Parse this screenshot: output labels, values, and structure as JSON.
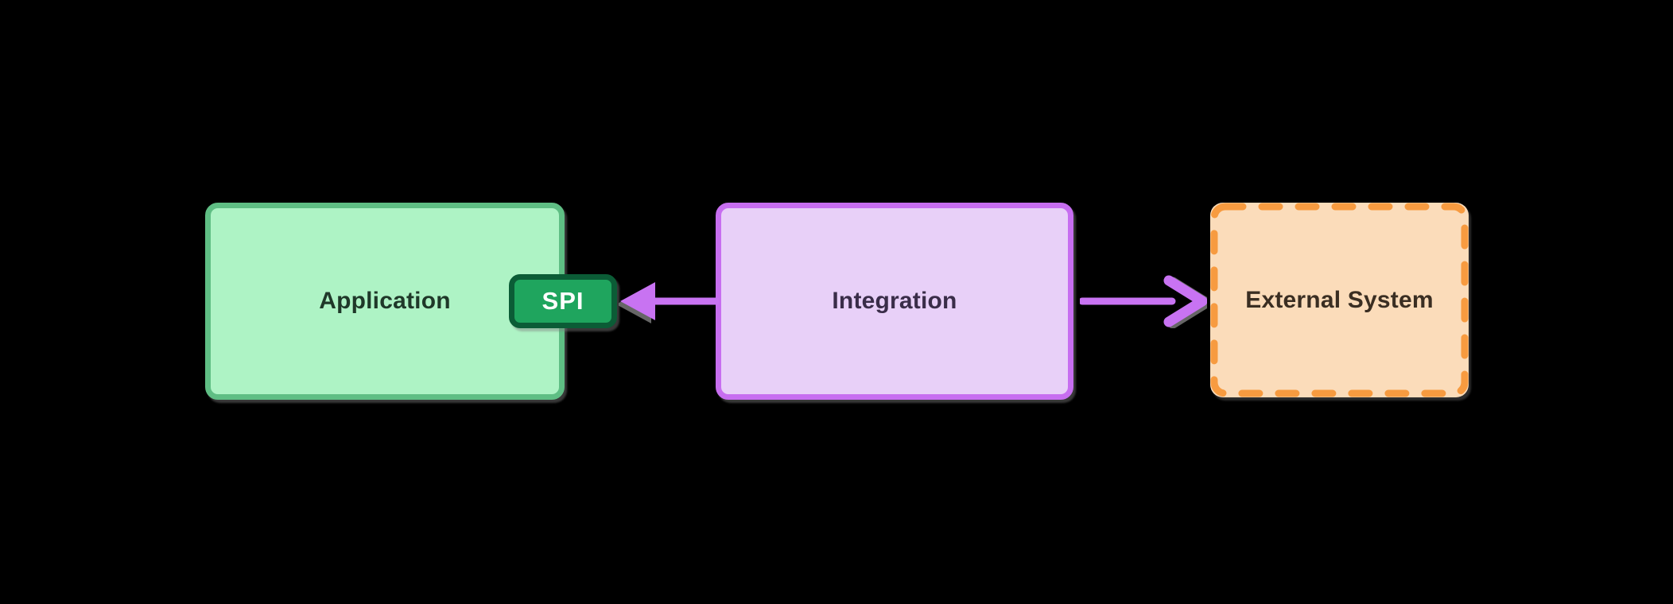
{
  "diagram": {
    "background_color": "#000000",
    "accent_arrow_color": "#c873f2",
    "shadow_color": "#808080",
    "nodes": [
      {
        "id": "application",
        "label": "Application",
        "fill": "#aef3c5",
        "border_color": "#5fbe84",
        "text_color": "#1f3829",
        "border_style": "solid"
      },
      {
        "id": "integration",
        "label": "Integration",
        "fill": "#e8d0f8",
        "border_color": "#c76ef0",
        "text_color": "#3a2d49",
        "border_style": "solid"
      },
      {
        "id": "external-system",
        "label": "External System",
        "fill": "#fbdcba",
        "border_color": "#f79b40",
        "text_color": "#3a2e22",
        "border_style": "dashed"
      }
    ],
    "badge": {
      "label": "SPI",
      "fill": "#1fa55e",
      "border_color": "#0b5c36",
      "text_color": "#ffffff",
      "attached_to": "application"
    },
    "edges": [
      {
        "from": "integration",
        "to": "application",
        "points_at": "spi-badge",
        "direction": "left",
        "head_style": "solid-triangle",
        "color": "#c873f2"
      },
      {
        "from": "integration",
        "to": "external-system",
        "direction": "right",
        "head_style": "open-chevron",
        "color": "#c873f2"
      }
    ]
  }
}
